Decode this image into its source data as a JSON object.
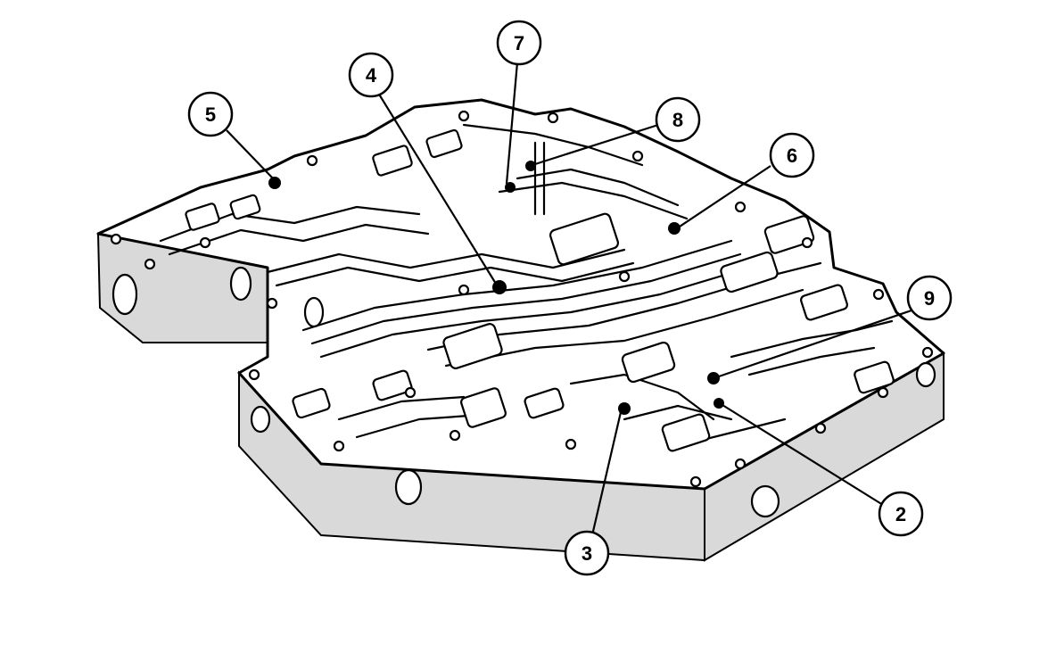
{
  "callouts": [
    {
      "id": "c2",
      "label": "2"
    },
    {
      "id": "c3",
      "label": "3"
    },
    {
      "id": "c4",
      "label": "4"
    },
    {
      "id": "c5",
      "label": "5"
    },
    {
      "id": "c6",
      "label": "6"
    },
    {
      "id": "c7",
      "label": "7"
    },
    {
      "id": "c8",
      "label": "8"
    },
    {
      "id": "c9",
      "label": "9"
    }
  ]
}
